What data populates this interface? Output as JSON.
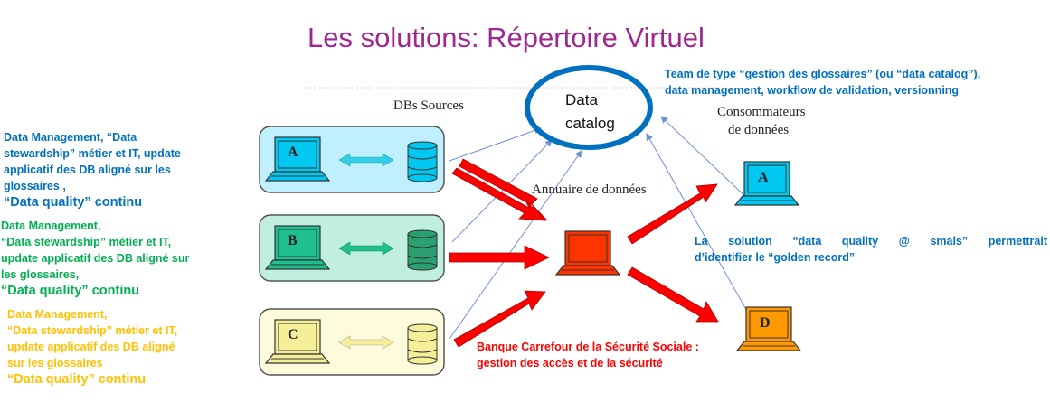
{
  "title": "Les solutions: Répertoire Virtuel",
  "catalog": {
    "line1": "Data",
    "line2": "catalog"
  },
  "labels": {
    "sources": "DBs Sources",
    "annuaire": "Annuaire de données",
    "consumers_1": "Consommateurs",
    "consumers_2": "de données"
  },
  "sources": [
    {
      "letter": "A",
      "box_color": "#c0f0ff",
      "device_color": "#00c8f0",
      "text_color": "#0070c0",
      "lines": [
        "Data Management, “Data",
        "stewardship” métier et IT, update",
        "applicatif des DB aligné sur les",
        "glossaires ,"
      ],
      "quality": "“Data quality” continu"
    },
    {
      "letter": "B",
      "box_color": "#c0efe0",
      "device_color": "#1fbf8f",
      "text_color": "#00b050",
      "lines": [
        "Data Management,",
        "“Data stewardship” métier et IT,",
        "update applicatif des DB aligné sur",
        "les glossaires,"
      ],
      "quality": "“Data quality” continu"
    },
    {
      "letter": "C",
      "box_color": "#fdfbdc",
      "device_color": "#f5ef9a",
      "text_color": "#ffc000",
      "lines": [
        "Data Management,",
        "“Data stewardship” métier et IT,",
        "update applicatif des DB aligné",
        "sur les glossaires"
      ],
      "quality": "“Data quality” continu"
    }
  ],
  "consumers": [
    {
      "letter": "A",
      "color": "#00c8f0"
    },
    {
      "letter": "D",
      "color": "#ff9900"
    }
  ],
  "notes": {
    "team_1": "Team de type “gestion des glossaires” (ou “data catalog”),",
    "team_2": "data management, workflow de validation, versionning",
    "dq_1": "La solution “data quality @ smals” permettrait",
    "dq_2": "d’identifier  le “golden record”",
    "bcss_1": "Banque Carrefour de la Sécurité Sociale :",
    "bcss_2": "gestion des accès et de la sécurité"
  },
  "colors": {
    "catalog": "#0070c0",
    "arrow": "#ff0000",
    "hub": "#ff3300",
    "link": "#6f8fd8"
  }
}
